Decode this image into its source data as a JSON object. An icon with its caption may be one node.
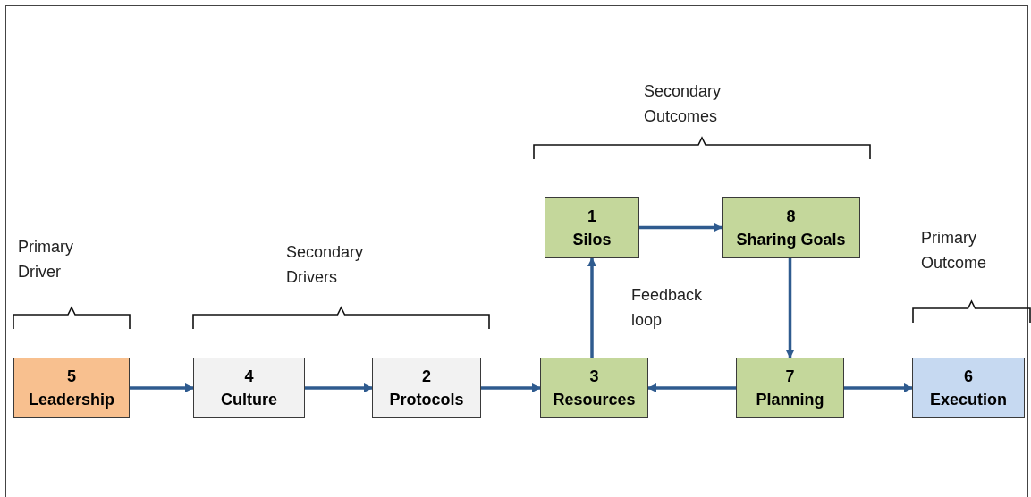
{
  "diagram": {
    "nodes": [
      {
        "text": [
          "5",
          "Leadership"
        ]
      },
      {
        "text": [
          "4",
          "Culture"
        ]
      },
      {
        "text": [
          "2",
          "Protocols"
        ]
      },
      {
        "text": [
          "3",
          "Resources"
        ]
      },
      {
        "text": [
          "1",
          "Silos"
        ]
      },
      {
        "text": [
          "8",
          "Sharing Goals"
        ]
      },
      {
        "text": [
          "7",
          "Planning"
        ]
      },
      {
        "text": [
          "6",
          "Execution"
        ]
      }
    ],
    "edges": [
      {
        "from": 0,
        "to": 1,
        "arrow": "to"
      },
      {
        "from": 1,
        "to": 2,
        "arrow": "to"
      },
      {
        "from": 2,
        "to": 3,
        "arrow": "to"
      },
      {
        "from": 3,
        "to": 4,
        "arrow": "to"
      },
      {
        "from": 4,
        "to": 5,
        "arrow": "to"
      },
      {
        "from": 5,
        "to": 6,
        "arrow": "to"
      },
      {
        "from": 6,
        "to": 3,
        "arrow": "to"
      },
      {
        "from": 6,
        "to": 7,
        "arrow": "to"
      }
    ],
    "labels": [
      "Primary Driver",
      "Secondary Drivers",
      "Secondary Outcomes",
      "Feedback loop",
      "Primary Outcome"
    ]
  }
}
